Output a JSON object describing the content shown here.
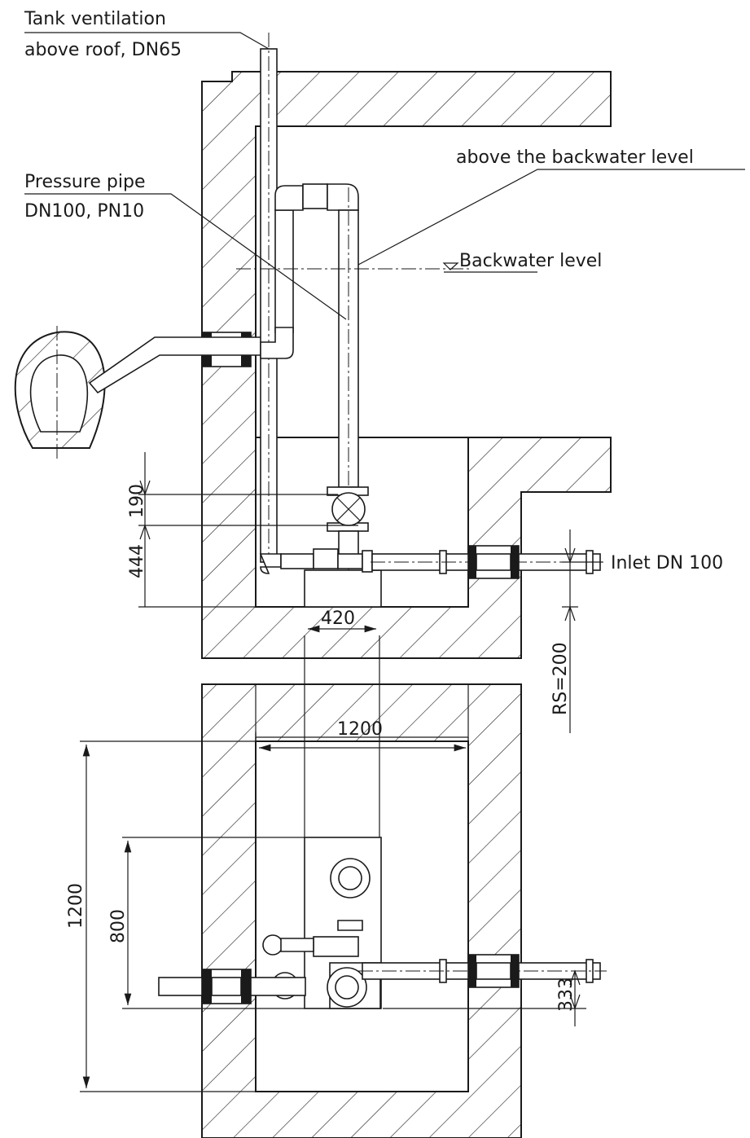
{
  "labels": {
    "tank_ventilation_line1": "Tank ventilation",
    "tank_ventilation_line2": "above roof, DN65",
    "pressure_pipe_line1": "Pressure pipe",
    "pressure_pipe_line2": "DN100, PN10",
    "above_backwater": "above the backwater level",
    "backwater_level": "Backwater level",
    "inlet": "Inlet DN 100"
  },
  "dimensions": {
    "d190": "190",
    "d444": "444",
    "rs200": "RS=200",
    "width1200": "1200",
    "width420": "420",
    "height1200": "1200",
    "height800": "800",
    "d333": "333"
  },
  "colors": {
    "line": "#1a1a1a",
    "background": "#ffffff"
  }
}
